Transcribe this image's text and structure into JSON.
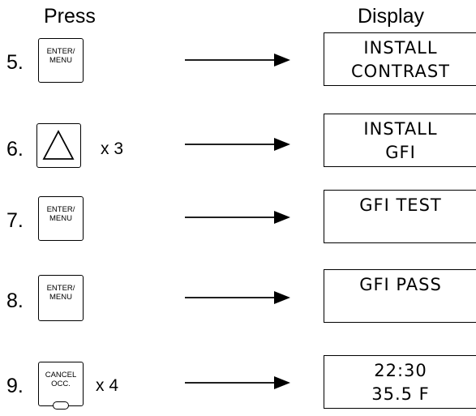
{
  "headers": {
    "press": "Press",
    "display": "Display"
  },
  "steps": [
    {
      "number": "5.",
      "key": [
        "ENTER/",
        "MENU"
      ],
      "multiplier": "",
      "display": [
        "INSTALL",
        "CONTRAST"
      ]
    },
    {
      "number": "6.",
      "key": "up-triangle-icon",
      "multiplier": "x 3",
      "display": [
        "INSTALL",
        "GFI"
      ]
    },
    {
      "number": "7.",
      "key": [
        "ENTER/",
        "MENU"
      ],
      "multiplier": "",
      "display": [
        "GFI TEST",
        ""
      ]
    },
    {
      "number": "8.",
      "key": [
        "ENTER/",
        "MENU"
      ],
      "multiplier": "",
      "display": [
        "GFI PASS",
        ""
      ]
    },
    {
      "number": "9.",
      "key": [
        "CANCEL",
        "OCC."
      ],
      "multiplier": "x 4",
      "display": [
        "22:30",
        "35.5 F"
      ]
    }
  ]
}
